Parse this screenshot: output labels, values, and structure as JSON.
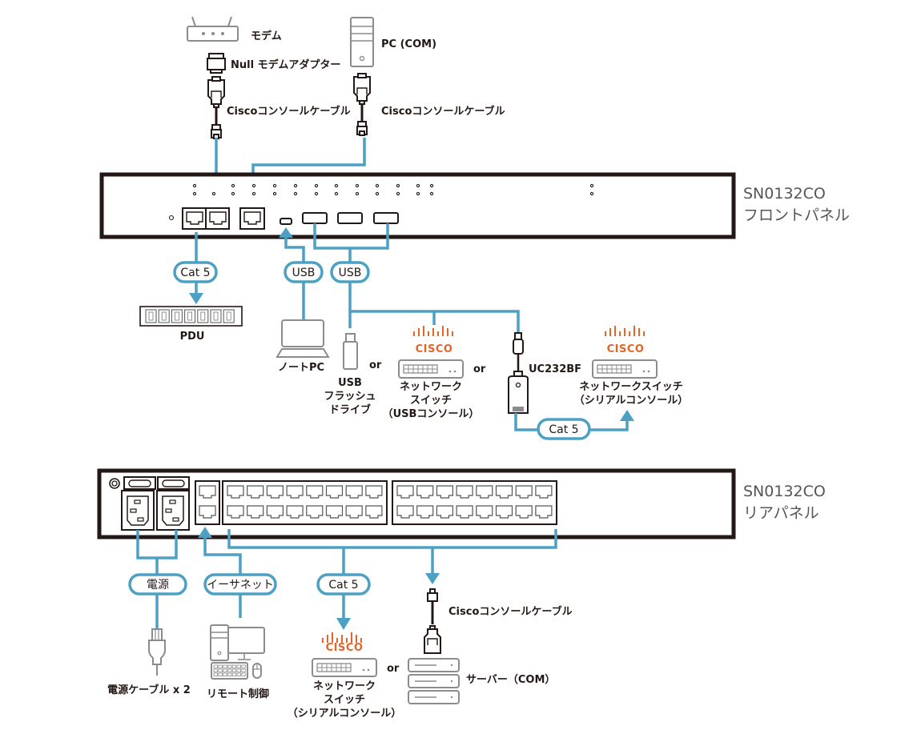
{
  "colors": {
    "wire": "#4ba0c4",
    "cisco_orange": "#e0662a",
    "outline_dark": "#231815",
    "device_gray": "#8c8c8c",
    "panel_title": "#555555"
  },
  "front_panel": {
    "model": "SN0132CO",
    "title": "フロントパネル"
  },
  "rear_panel": {
    "model": "SN0132CO",
    "title": "リアパネル"
  },
  "front_devices": {
    "modem": "モデム",
    "null_modem": "Null モデムアダプター",
    "cisco_cable_left": "Ciscoコンソールケーブル",
    "pc_com": "PC (COM)",
    "cisco_cable_right": "Ciscoコンソールケーブル",
    "pdu": "PDU",
    "laptop": "ノートPC",
    "usb_flash": [
      "USB",
      "フラッシュ",
      "ドライブ"
    ],
    "switch_usb": [
      "ネットワーク",
      "スイッチ",
      "（USBコンソール）"
    ],
    "uc232bf": "UC232BF",
    "switch_serial": [
      "ネットワークスイッチ",
      "（シリアルコンソール）"
    ],
    "or": "or",
    "cisco_logo": "CISCO"
  },
  "front_pills": {
    "cat5_pdu": "Cat 5",
    "usb_laptop": "USB",
    "usb_devices": "USB",
    "cat5_uc232": "Cat 5"
  },
  "rear_devices": {
    "power_cable": "電源ケーブル x 2",
    "remote": "リモート制御",
    "switch_serial": [
      "ネットワーク",
      "スイッチ",
      "（シリアルコンソール）"
    ],
    "cisco_cable": "Ciscoコンソールケーブル",
    "server": "サーバー（COM）",
    "or": "or",
    "cisco_logo": "CISCO"
  },
  "rear_pills": {
    "power": "電源",
    "ethernet": "イーサネット",
    "cat5": "Cat 5"
  }
}
